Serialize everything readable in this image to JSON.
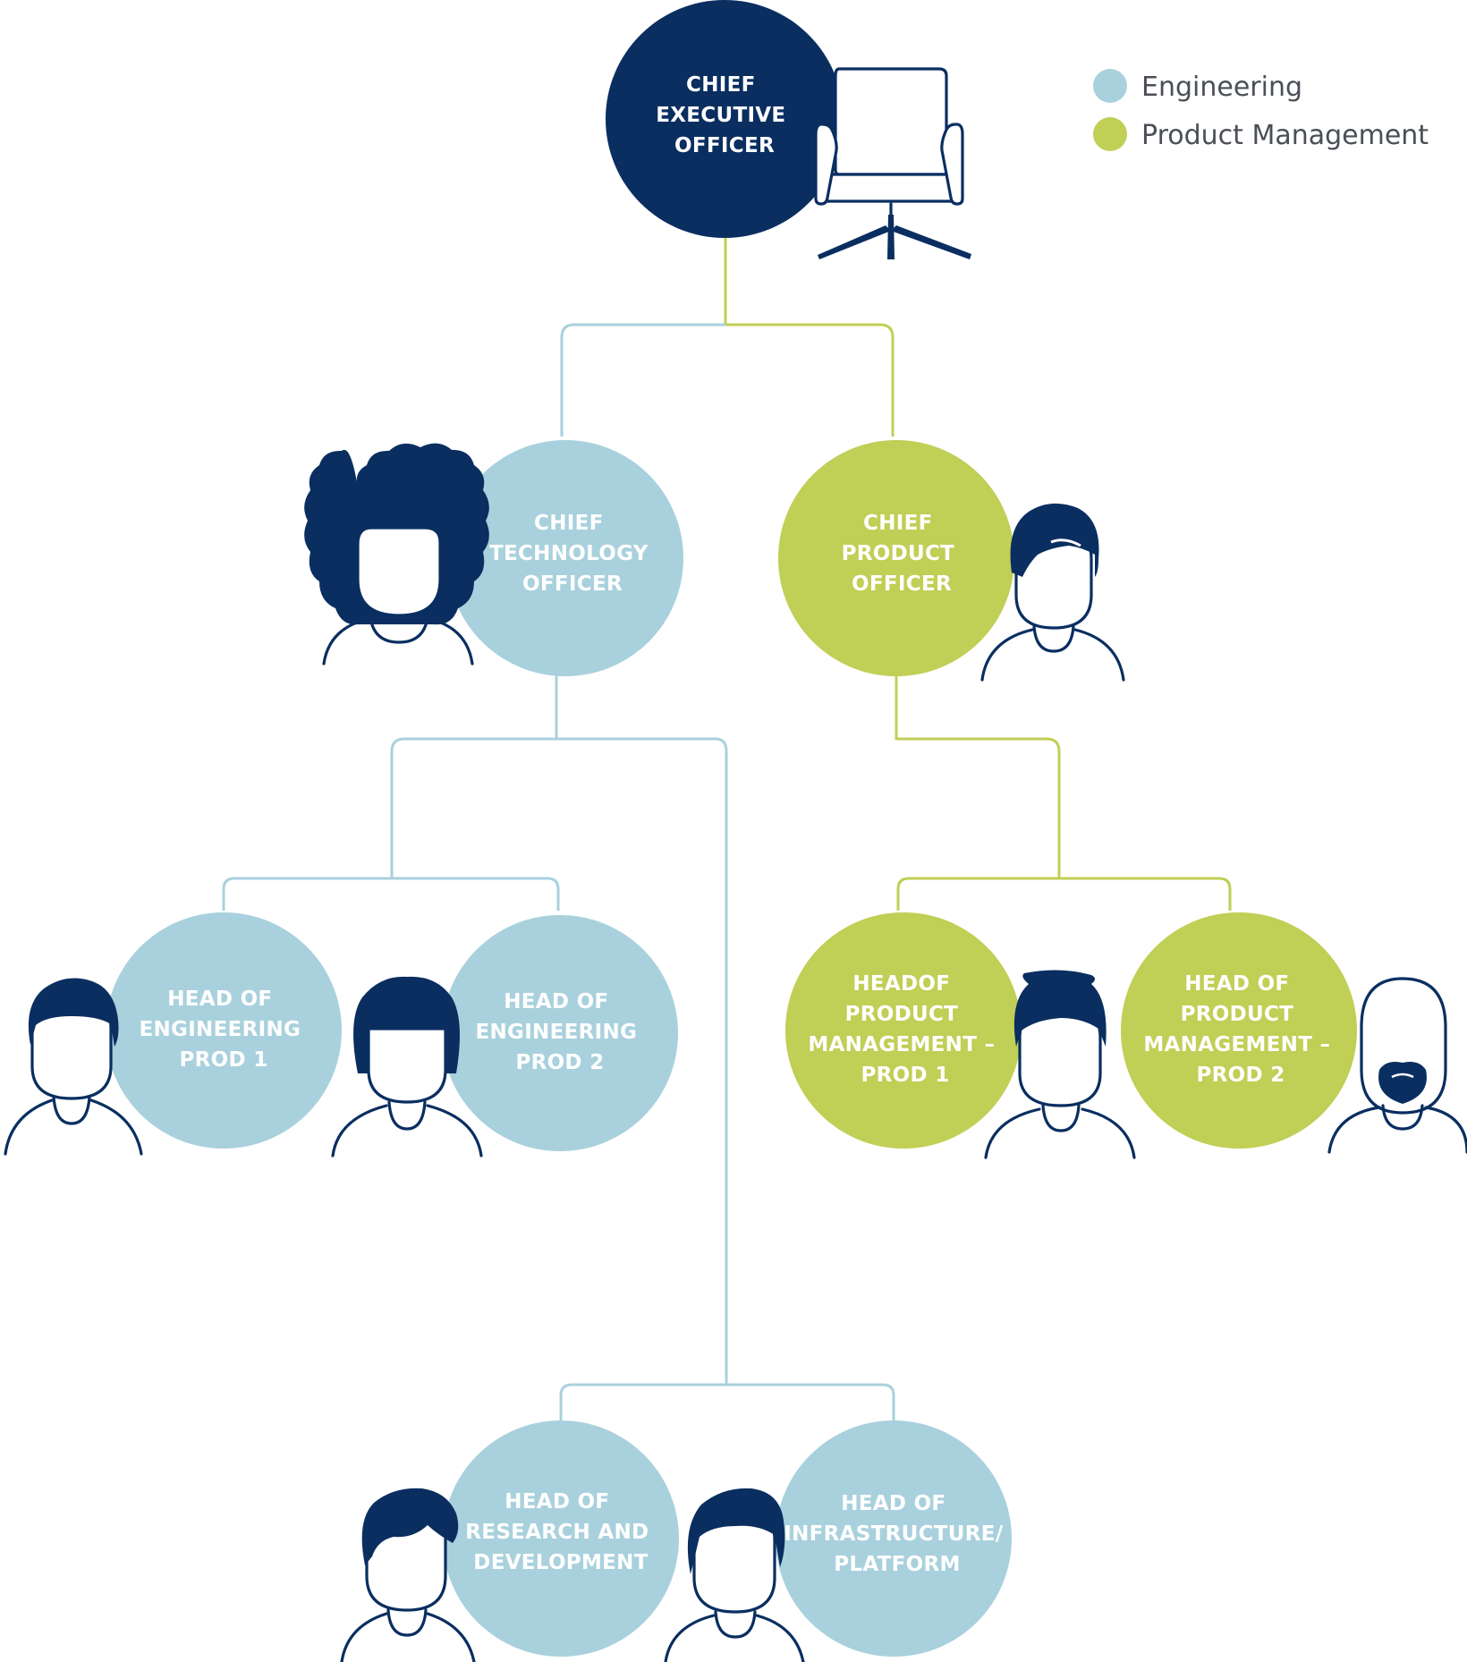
{
  "colors": {
    "executive": "#0a2e60",
    "engineering": "#a9d1dd",
    "product": "#c0cf55",
    "icon": "#0a2e60",
    "legend_text": "#4a4f57"
  },
  "legend": [
    {
      "label": "Engineering",
      "color": "#a9d1dd"
    },
    {
      "label": "Product Management",
      "color": "#c0cf55"
    }
  ],
  "nodes": {
    "ceo": {
      "lines": [
        "CHIEF",
        "EXECUTIVE",
        "OFFICER"
      ],
      "group": "executive",
      "icon": "armchair-icon"
    },
    "cto": {
      "lines": [
        "CHIEF",
        "TECHNOLOGY",
        "OFFICER"
      ],
      "group": "engineering",
      "icon": "person-curly-hair-icon"
    },
    "cpo": {
      "lines": [
        "CHIEF",
        "PRODUCT",
        "OFFICER"
      ],
      "group": "product",
      "icon": "person-side-part-icon"
    },
    "hoe1": {
      "lines": [
        "HEAD OF",
        "ENGINEERING",
        "PROD 1"
      ],
      "group": "engineering",
      "icon": "person-short-hair-icon"
    },
    "hoe2": {
      "lines": [
        "HEAD OF",
        "ENGINEERING",
        "PROD 2"
      ],
      "group": "engineering",
      "icon": "person-bob-hair-icon"
    },
    "hpm1": {
      "lines": [
        "HEADOF",
        "PRODUCT",
        "MANAGEMENT –",
        "PROD 1"
      ],
      "group": "product",
      "icon": "person-quiff-hair-icon"
    },
    "hpm2": {
      "lines": [
        "HEAD OF",
        "PRODUCT",
        "MANAGEMENT –",
        "PROD 2"
      ],
      "group": "product",
      "icon": "person-bald-beard-icon"
    },
    "hrd": {
      "lines": [
        "HEAD OF",
        "RESEARCH AND",
        "DEVELOPMENT"
      ],
      "group": "engineering",
      "icon": "person-wavy-hair-icon"
    },
    "hinfra": {
      "lines": [
        "HEAD OF",
        "INFRASTRUCTURE/",
        "PLATFORM"
      ],
      "group": "engineering",
      "icon": "person-swept-hair-icon"
    }
  },
  "reports_to": [
    {
      "from": "cto",
      "to": "ceo"
    },
    {
      "from": "cpo",
      "to": "ceo"
    },
    {
      "from": "hoe1",
      "to": "cto"
    },
    {
      "from": "hoe2",
      "to": "cto"
    },
    {
      "from": "hrd",
      "to": "cto"
    },
    {
      "from": "hinfra",
      "to": "cto"
    },
    {
      "from": "hpm1",
      "to": "cpo"
    },
    {
      "from": "hpm2",
      "to": "cpo"
    }
  ]
}
